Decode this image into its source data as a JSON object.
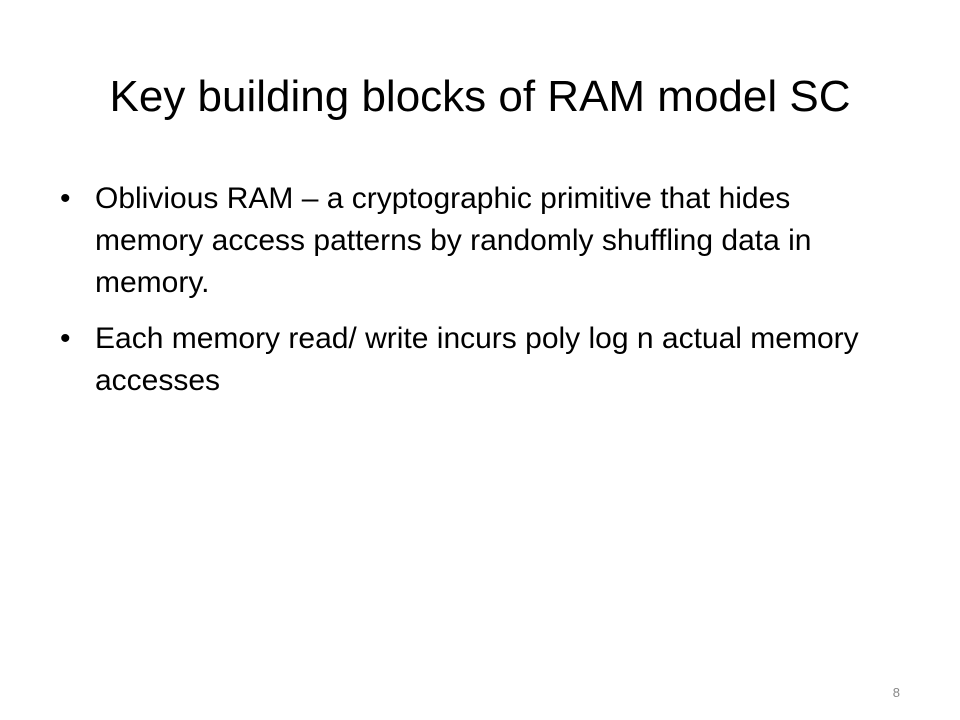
{
  "slide": {
    "title": "Key building blocks of RAM model SC",
    "bullets": [
      {
        "marker": "•",
        "text": "Oblivious RAM – a cryptographic primitive that hides memory access patterns by randomly shuffling data in memory."
      },
      {
        "marker": "•",
        "text": "Each memory read/ write incurs poly log n actual memory accesses"
      }
    ],
    "page_number": "8"
  }
}
